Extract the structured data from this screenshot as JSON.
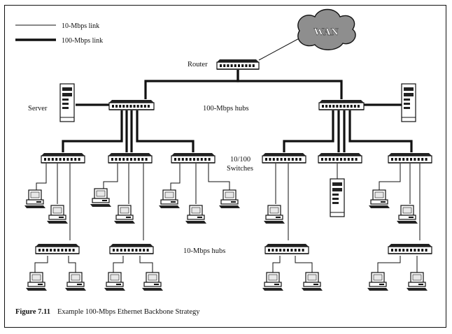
{
  "legend": {
    "thin": "10-Mbps link",
    "thick": "100-Mbps link"
  },
  "labels": {
    "wan": "WAN",
    "router": "Router",
    "server": "Server",
    "hubs100": "100-Mbps hubs",
    "switches_line1": "10/100",
    "switches_line2": "Switches",
    "hubs10": "10-Mbps hubs"
  },
  "caption": {
    "figure": "Figure 7.11",
    "text": "Example 100-Mbps Ethernet Backbone Strategy"
  },
  "icons": {
    "hub": "network-hub-icon",
    "pc": "desktop-pc-icon",
    "server": "tower-server-icon",
    "cloud": "wan-cloud-icon"
  }
}
